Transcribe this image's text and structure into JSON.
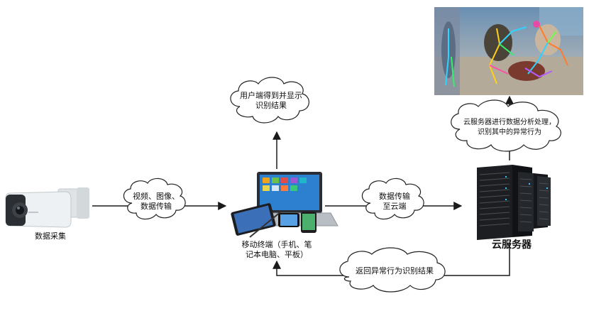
{
  "nodes": {
    "camera": {
      "label": "数据采集"
    },
    "mobile": {
      "label_line1": "移动终端（手机、笔",
      "label_line2": "记本电脑、平板）"
    },
    "server": {
      "label": "云服务器"
    }
  },
  "clouds": {
    "video_transfer": {
      "line1": "视频、图像、",
      "line2": "数据传输"
    },
    "data_to_cloud": {
      "line1": "数据传输",
      "line2": "至云端"
    },
    "user_display": {
      "line1": "用户端得到并显示",
      "line2": "识别结果"
    },
    "server_process": {
      "line1": "云服务器进行数据分析处理，",
      "line2": "识别其中的异常行为"
    },
    "return_result": {
      "line1": "返回异常行为识别结果"
    }
  },
  "colors": {
    "line": "#1a1a1a",
    "cloud_fill": "#ffffff",
    "cloud_stroke": "#222222"
  }
}
